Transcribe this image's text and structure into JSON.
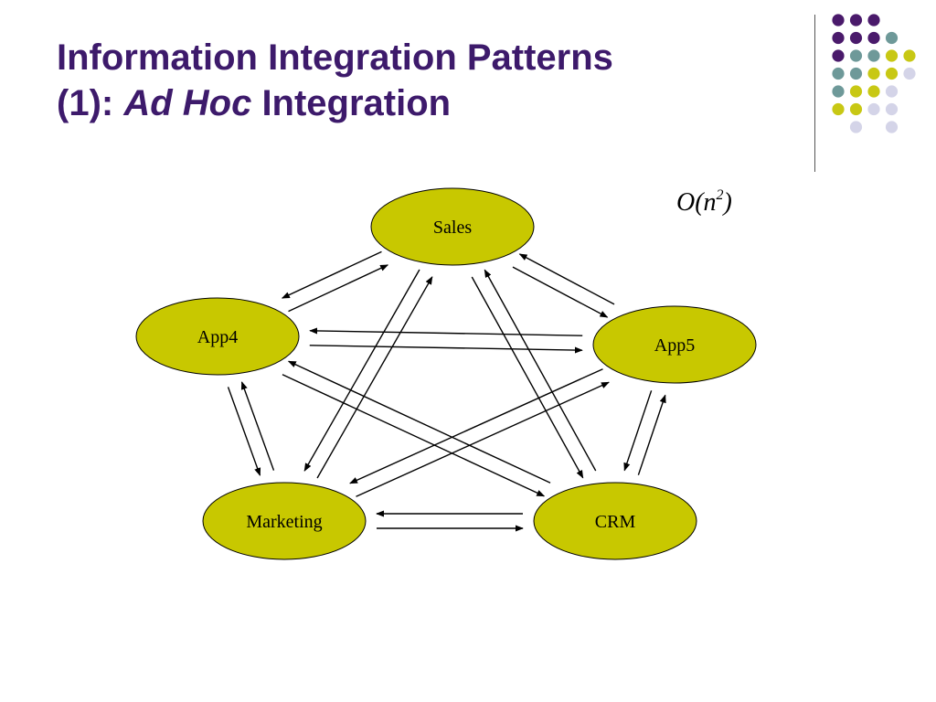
{
  "slide": {
    "title_line1": "Information Integration Patterns",
    "title_line2_prefix": "(1): ",
    "title_line2_italic": "Ad Hoc",
    "title_line2_suffix": " Integration",
    "complexity": {
      "base": "O(n",
      "exponent": "2",
      "close": ")"
    }
  },
  "colors": {
    "title": "#3d1a6b",
    "node_fill": "#c8c800",
    "dot_purple": "#4a1a6b",
    "dot_teal": "#6e9999",
    "dot_yellow": "#c8c814",
    "dot_lavender": "#d4d4e8"
  },
  "diagram": {
    "nodes": [
      {
        "id": "sales",
        "label": "Sales"
      },
      {
        "id": "app4",
        "label": "App4"
      },
      {
        "id": "app5",
        "label": "App5"
      },
      {
        "id": "marketing",
        "label": "Marketing"
      },
      {
        "id": "crm",
        "label": "CRM"
      }
    ],
    "connections": [
      [
        "sales",
        "app4"
      ],
      [
        "sales",
        "app5"
      ],
      [
        "sales",
        "marketing"
      ],
      [
        "sales",
        "crm"
      ],
      [
        "app4",
        "app5"
      ],
      [
        "app4",
        "marketing"
      ],
      [
        "app4",
        "crm"
      ],
      [
        "app5",
        "marketing"
      ],
      [
        "app5",
        "crm"
      ],
      [
        "marketing",
        "crm"
      ]
    ]
  },
  "decoration": {
    "dot_grid": [
      [
        "purple",
        "purple",
        "purple",
        null,
        null
      ],
      [
        "purple",
        "purple",
        "purple",
        "teal",
        null
      ],
      [
        "purple",
        "teal",
        "teal",
        "yellow",
        "yellow"
      ],
      [
        "teal",
        "teal",
        "yellow",
        "yellow",
        "lavender"
      ],
      [
        "teal",
        "yellow",
        "yellow",
        "lavender",
        null
      ],
      [
        "yellow",
        "yellow",
        "lavender",
        "lavender",
        null
      ],
      [
        null,
        "lavender",
        null,
        "lavender",
        null
      ]
    ]
  }
}
